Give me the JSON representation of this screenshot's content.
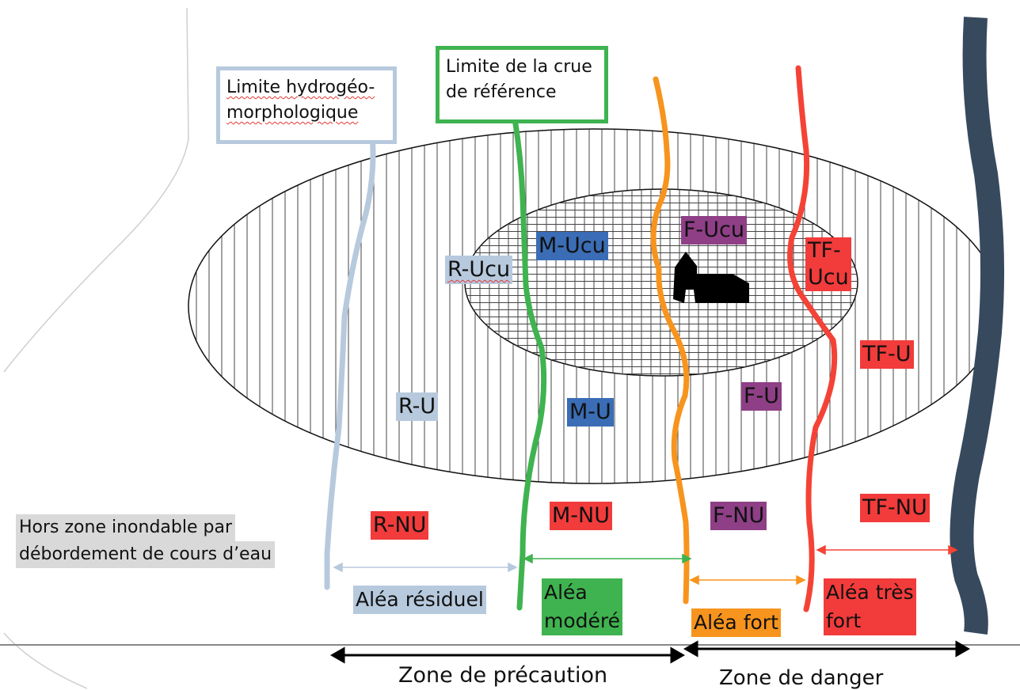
{
  "limits": {
    "hydro": "Limite hydrogéo-morphologique",
    "hydro_line1": "Limite hydrogéo-",
    "hydro_line2": "morphologique",
    "crue_line1": "Limite de la crue",
    "crue_line2": "de référence"
  },
  "zones": {
    "hors_line1": "Hors zone inondable par",
    "hors_line2": "débordement de cours d’eau",
    "precaution": "Zone de précaution",
    "danger": "Zone de danger"
  },
  "aleas": {
    "residuel": "Aléa résiduel",
    "modere_line1": "Aléa",
    "modere_line2": "modéré",
    "fort": "Aléa fort",
    "tres_fort_line1": "Aléa très",
    "tres_fort_line2": "fort"
  },
  "codes": {
    "r_ucu": "R-Ucu",
    "m_ucu": "M-Ucu",
    "f_ucu": "F-Ucu",
    "tf_ucu_line1": "TF-",
    "tf_ucu_line2": "Ucu",
    "r_u": "R-U",
    "m_u": "M-U",
    "f_u": "F-U",
    "tf_u": "TF-U",
    "r_nu": "R-NU",
    "m_nu": "M-NU",
    "f_nu": "F-NU",
    "tf_nu": "TF-NU"
  },
  "colors": {
    "residuel": "#b7c9dd",
    "modere": "#3fb34f",
    "fort": "#f7941d",
    "tres_fort": "#f44336",
    "river": "#37495d",
    "m_label": "#3a6db5",
    "f_label": "#8e3f86",
    "red_label": "#f23b3b"
  }
}
